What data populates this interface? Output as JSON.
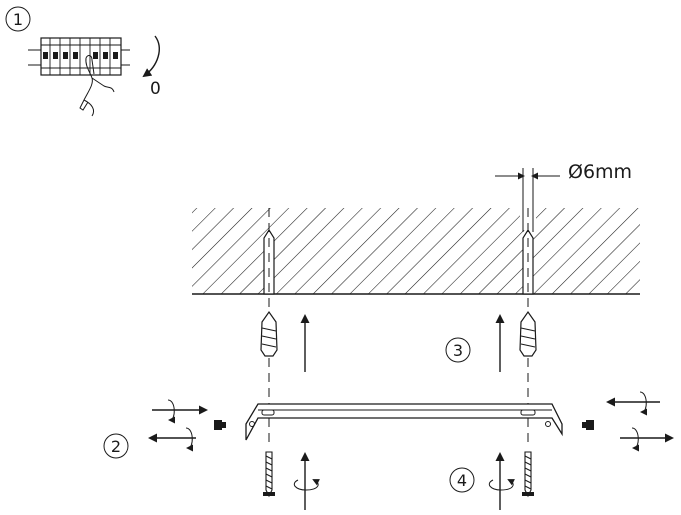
{
  "steps": {
    "step1": "1",
    "step2": "2",
    "step3": "3",
    "step4": "4"
  },
  "breaker_position": "0",
  "drill_diameter": "Ø6mm",
  "icons": [
    "circuit-breaker-panel",
    "hand",
    "rotate-arrow",
    "wall-plug",
    "screw",
    "mounting-bracket"
  ]
}
